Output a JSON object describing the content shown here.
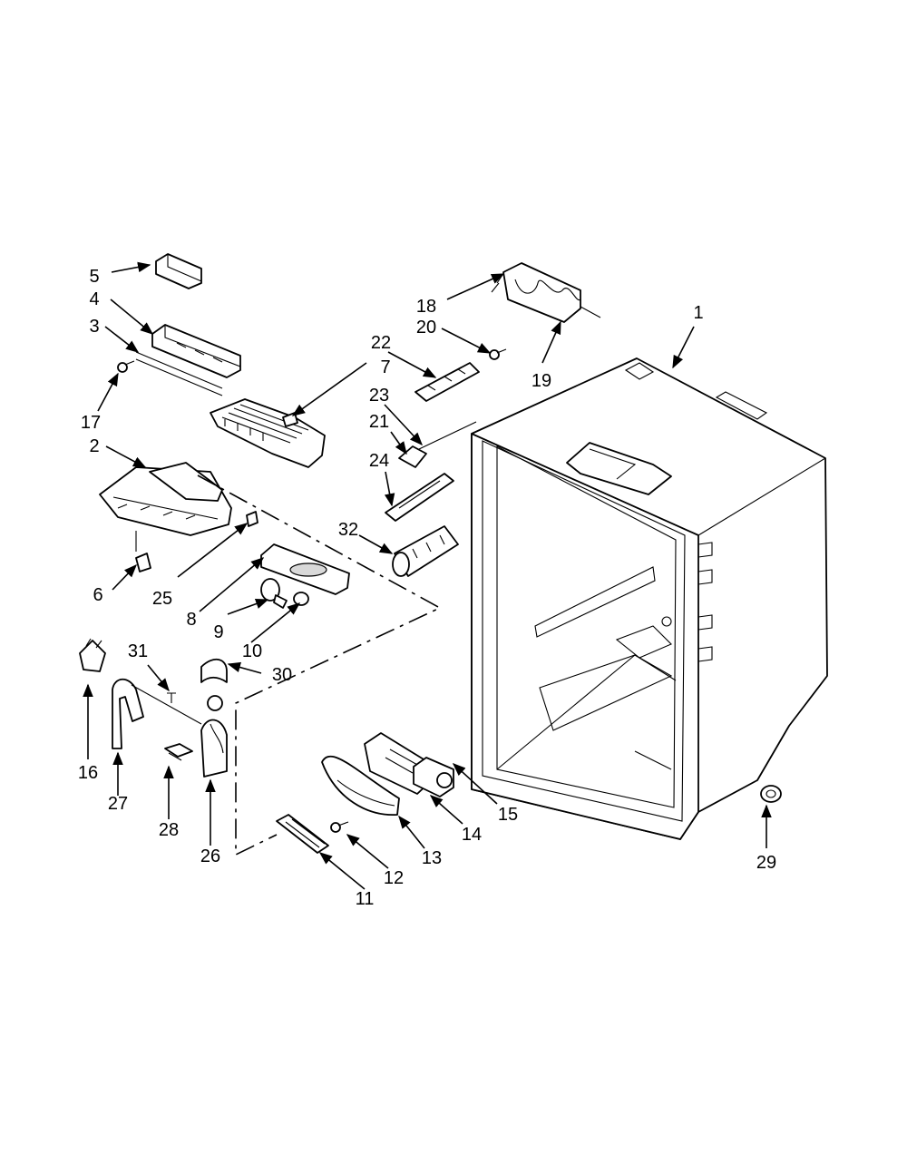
{
  "diagram": {
    "callouts": [
      {
        "id": "callout-1",
        "text": "1"
      },
      {
        "id": "callout-2",
        "text": "2"
      },
      {
        "id": "callout-3",
        "text": "3"
      },
      {
        "id": "callout-4",
        "text": "4"
      },
      {
        "id": "callout-5",
        "text": "5"
      },
      {
        "id": "callout-6",
        "text": "6"
      },
      {
        "id": "callout-7",
        "text": "7"
      },
      {
        "id": "callout-8",
        "text": "8"
      },
      {
        "id": "callout-9",
        "text": "9"
      },
      {
        "id": "callout-10",
        "text": "10"
      },
      {
        "id": "callout-11",
        "text": "11"
      },
      {
        "id": "callout-12",
        "text": "12"
      },
      {
        "id": "callout-13",
        "text": "13"
      },
      {
        "id": "callout-14",
        "text": "14"
      },
      {
        "id": "callout-15",
        "text": "15"
      },
      {
        "id": "callout-16",
        "text": "16"
      },
      {
        "id": "callout-17",
        "text": "17"
      },
      {
        "id": "callout-18",
        "text": "18"
      },
      {
        "id": "callout-19",
        "text": "19"
      },
      {
        "id": "callout-20",
        "text": "20"
      },
      {
        "id": "callout-21",
        "text": "21"
      },
      {
        "id": "callout-22",
        "text": "22"
      },
      {
        "id": "callout-23",
        "text": "23"
      },
      {
        "id": "callout-24",
        "text": "24"
      },
      {
        "id": "callout-25",
        "text": "25"
      },
      {
        "id": "callout-26",
        "text": "26"
      },
      {
        "id": "callout-27",
        "text": "27"
      },
      {
        "id": "callout-28",
        "text": "28"
      },
      {
        "id": "callout-29",
        "text": "29"
      },
      {
        "id": "callout-30",
        "text": "30"
      },
      {
        "id": "callout-31",
        "text": "31"
      },
      {
        "id": "callout-32",
        "text": "32"
      }
    ]
  }
}
